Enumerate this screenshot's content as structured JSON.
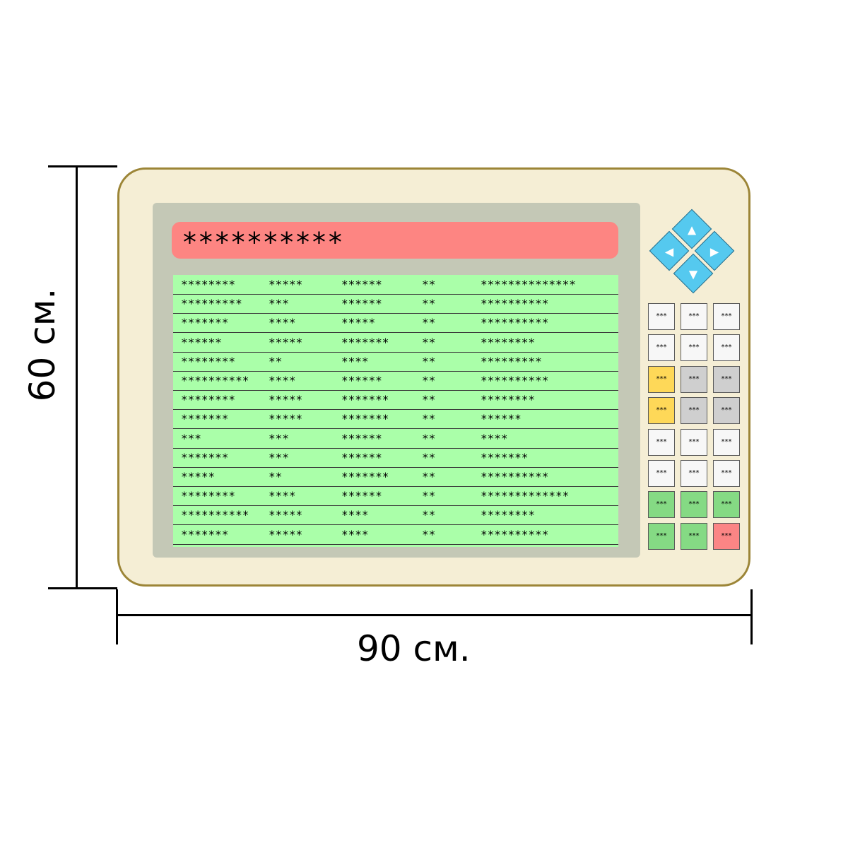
{
  "dimensions": {
    "width_label": "90 см.",
    "height_label": "60 см."
  },
  "screen": {
    "title": "**********",
    "rows": [
      [
        "********",
        "*****",
        "******",
        "**",
        "**************"
      ],
      [
        "*********",
        "***",
        "******",
        "**",
        "**********"
      ],
      [
        "*******",
        "****",
        "*****",
        "**",
        "**********"
      ],
      [
        "******",
        "*****",
        "*******",
        "**",
        "********"
      ],
      [
        "********",
        "**",
        "****",
        "**",
        "*********"
      ],
      [
        "**********",
        "****",
        "******",
        "**",
        "**********"
      ],
      [
        "********",
        "*****",
        "*******",
        "**",
        "********"
      ],
      [
        "*******",
        "*****",
        "*******",
        "**",
        "******"
      ],
      [
        "***",
        "***",
        "******",
        "**",
        "****"
      ],
      [
        "*******",
        "***",
        "******",
        "**",
        "*******"
      ],
      [
        "*****",
        "**",
        "*******",
        "**",
        "**********"
      ],
      [
        "********",
        "****",
        "******",
        "**",
        "*************"
      ],
      [
        "**********",
        "*****",
        "****",
        "**",
        "********"
      ],
      [
        "*******",
        "*****",
        "****",
        "**",
        "**********"
      ]
    ]
  },
  "arrows": [
    {
      "name": "arrow-up-button",
      "icon": "arrow-up-icon",
      "glyph": "▲"
    },
    {
      "name": "arrow-left-button",
      "icon": "arrow-left-icon",
      "glyph": "◀"
    },
    {
      "name": "arrow-right-button",
      "icon": "arrow-right-icon",
      "glyph": "▶"
    },
    {
      "name": "arrow-down-button",
      "icon": "arrow-down-icon",
      "glyph": "▼"
    }
  ],
  "keypad": {
    "colors": {
      "white": "#f7f7f7",
      "yellow": "#fed858",
      "gray": "#cfcfcf",
      "green": "#85da84",
      "red": "#fb8585"
    },
    "rows": [
      [
        {
          "label": "***",
          "color": "white"
        },
        {
          "label": "***",
          "color": "white"
        },
        {
          "label": "***",
          "color": "white"
        }
      ],
      [
        {
          "label": "***",
          "color": "white"
        },
        {
          "label": "***",
          "color": "white"
        },
        {
          "label": "***",
          "color": "white"
        }
      ],
      [
        {
          "label": "***",
          "color": "yellow"
        },
        {
          "label": "***",
          "color": "gray"
        },
        {
          "label": "***",
          "color": "gray"
        }
      ],
      [
        {
          "label": "***",
          "color": "yellow"
        },
        {
          "label": "***",
          "color": "gray"
        },
        {
          "label": "***",
          "color": "gray"
        }
      ],
      [
        {
          "label": "***",
          "color": "white"
        },
        {
          "label": "***",
          "color": "white"
        },
        {
          "label": "***",
          "color": "white"
        }
      ],
      [
        {
          "label": "***",
          "color": "white"
        },
        {
          "label": "***",
          "color": "white"
        },
        {
          "label": "***",
          "color": "white"
        }
      ],
      [
        {
          "label": "***",
          "color": "green"
        },
        {
          "label": "***",
          "color": "green"
        },
        {
          "label": "***",
          "color": "green"
        }
      ],
      [
        {
          "label": "***",
          "color": "green"
        },
        {
          "label": "***",
          "color": "green"
        },
        {
          "label": "***",
          "color": "red"
        }
      ]
    ]
  }
}
